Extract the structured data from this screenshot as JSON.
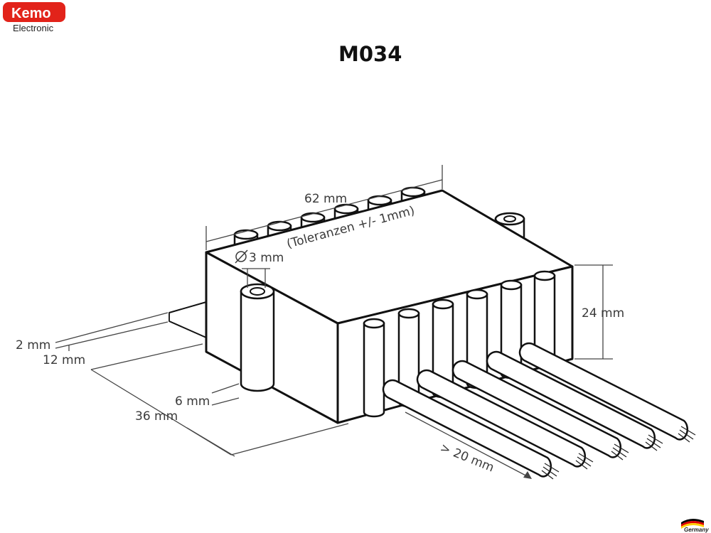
{
  "brand": {
    "name": "Kemo",
    "subtitle": "Electronic",
    "color": "#e2231a"
  },
  "title": "M034",
  "dimensions": {
    "length": "62 mm",
    "tolerance": "(Toleranzen +/- 1mm)",
    "hole": "3 mm",
    "height": "24 mm",
    "flange_thickness": "2 mm",
    "flange_offset": "12 mm",
    "post_spacing": "6 mm",
    "depth": "36 mm",
    "wire_length": "> 20 mm"
  },
  "badge": {
    "text": "Germany",
    "flag_colors": [
      "#000000",
      "#dd0000",
      "#ffce00"
    ]
  },
  "icons": {
    "diameter_symbol": "diameter-icon"
  }
}
